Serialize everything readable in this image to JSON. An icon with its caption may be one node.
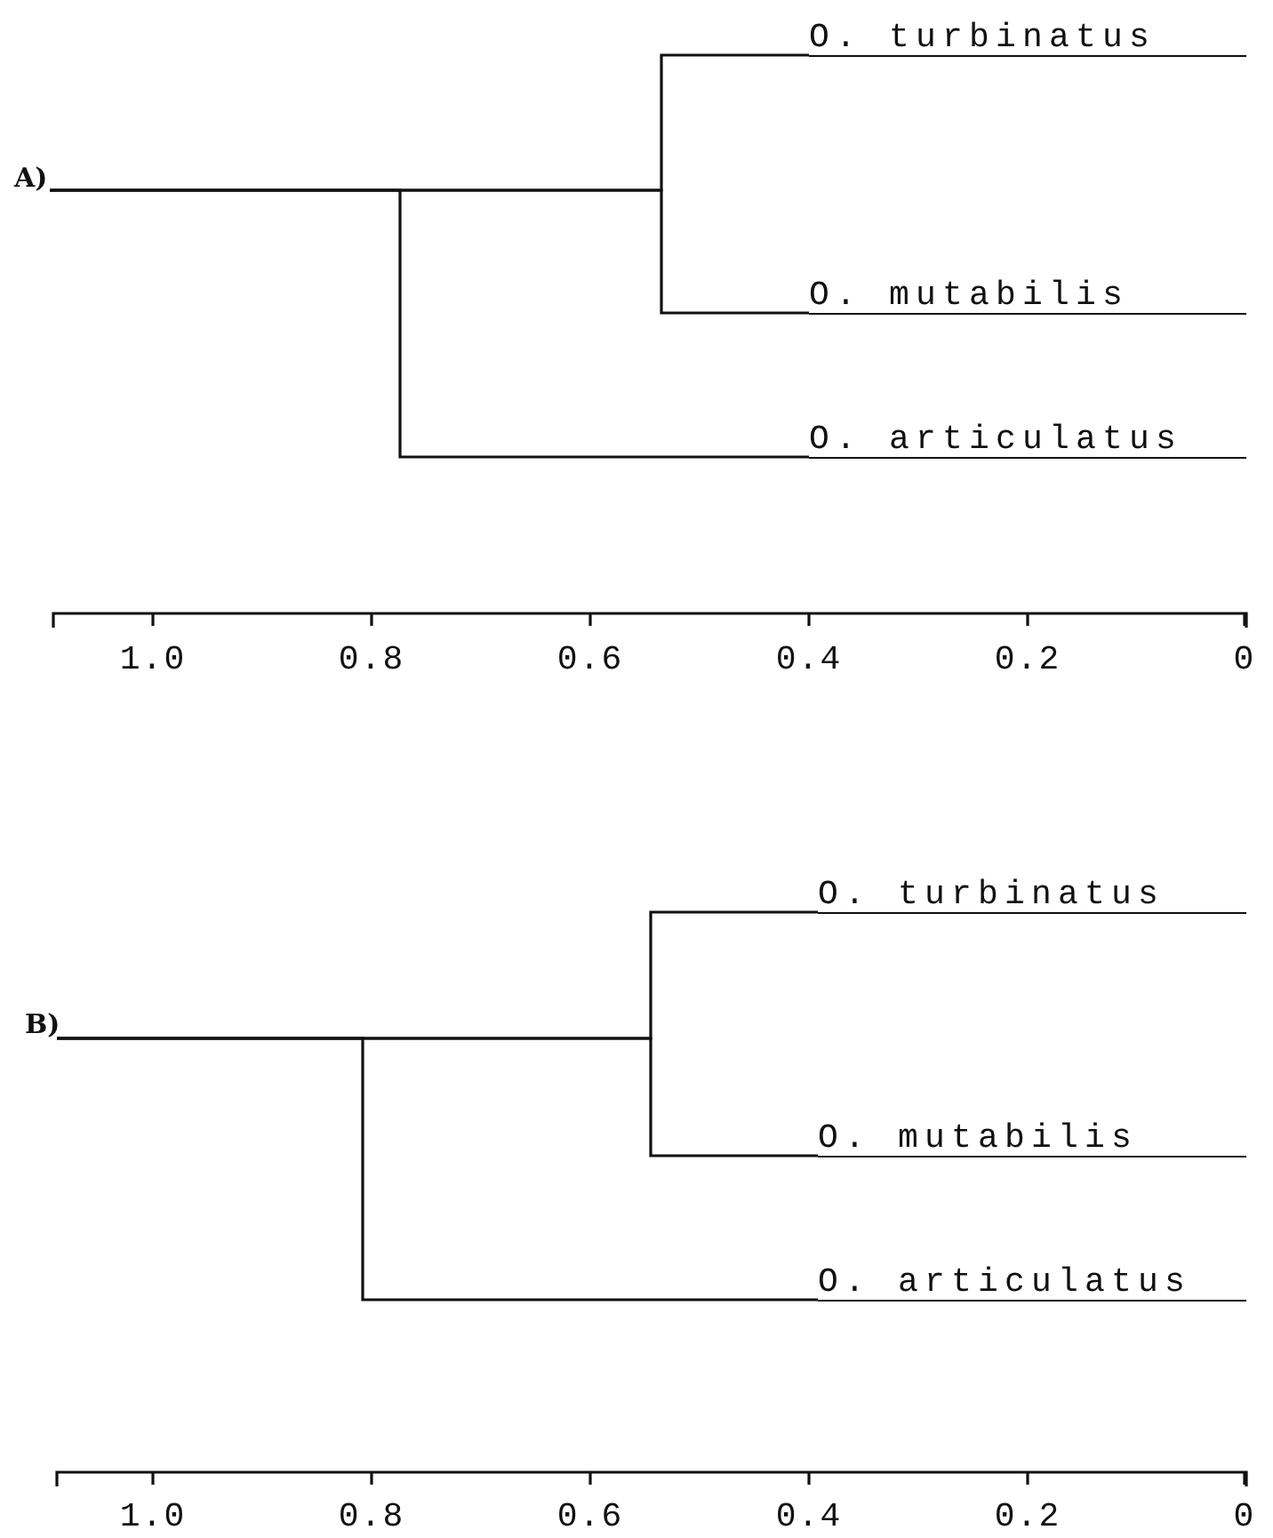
{
  "diagram": {
    "nodes": [
      {
        "text": [
          "A)"
        ]
      },
      {
        "text": [
          "O. turbinatus"
        ]
      },
      {
        "text": [
          "O. mutabilis"
        ]
      },
      {
        "text": [
          "O. articulatus"
        ]
      },
      {
        "text": [
          "B)"
        ]
      },
      {
        "text": [
          "O. turbinatus"
        ]
      },
      {
        "text": [
          "O. mutabilis"
        ]
      },
      {
        "text": [
          "O. articulatus"
        ]
      }
    ],
    "edges": [
      {
        "from": 0,
        "to": 1,
        "arrow": "none"
      },
      {
        "from": 0,
        "to": 2,
        "arrow": "none"
      },
      {
        "from": 0,
        "to": 3,
        "arrow": "none"
      },
      {
        "from": 4,
        "to": 5,
        "arrow": "none"
      },
      {
        "from": 4,
        "to": 6,
        "arrow": "none"
      },
      {
        "from": 4,
        "to": 7,
        "arrow": "none"
      }
    ],
    "labels": [
      "1.0",
      "0.8",
      "0.6",
      "0.4",
      "0.2",
      "0",
      "1.0",
      "0.8",
      "0.6",
      "0.4",
      "0.2",
      "0"
    ]
  }
}
